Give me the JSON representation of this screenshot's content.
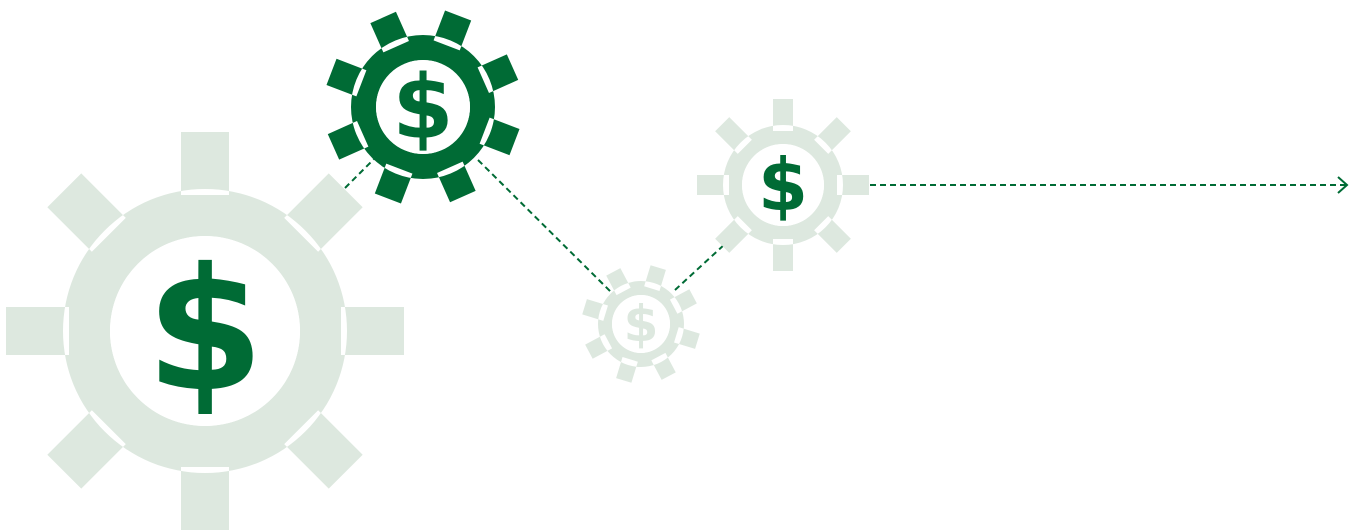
{
  "colors": {
    "dark_green": "#006b35",
    "light_green": "#dde8df",
    "background": "#ffffff"
  },
  "gears": [
    {
      "id": "gear-large",
      "symbol": "$",
      "style": "light",
      "icon": "dollar-gear-icon"
    },
    {
      "id": "gear-top",
      "symbol": "$",
      "style": "dark",
      "icon": "dollar-gear-icon"
    },
    {
      "id": "gear-small",
      "symbol": "$",
      "style": "light-faint",
      "icon": "dollar-gear-icon"
    },
    {
      "id": "gear-mid",
      "symbol": "$",
      "style": "light",
      "icon": "dollar-gear-icon"
    }
  ],
  "connector": {
    "style": "dashed",
    "arrow": "arrow-right-icon"
  }
}
